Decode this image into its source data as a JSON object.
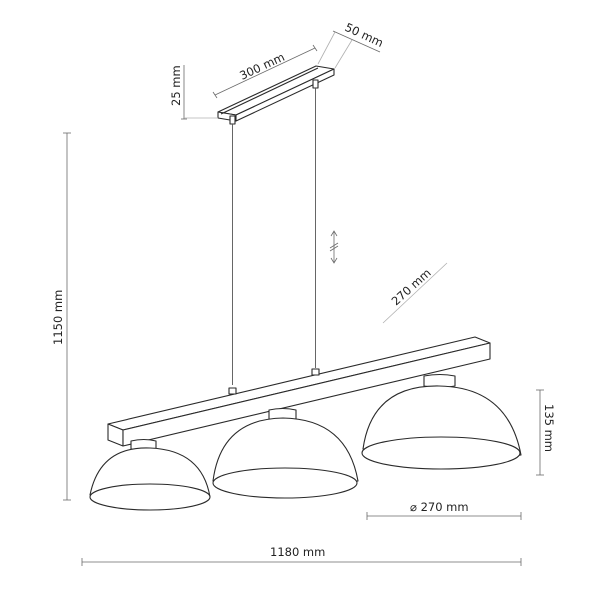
{
  "diagram": {
    "type": "technical-dimension-drawing",
    "subject": "three-shade linear pendant lamp",
    "colors": {
      "line": "#2a2a2a",
      "dimension_line": "#6a6a6a",
      "background": "#ffffff"
    },
    "dimensions": {
      "canopy_length": "300 mm",
      "canopy_depth": "50 mm",
      "canopy_height": "25 mm",
      "total_height": "1150 mm",
      "adjustable_icon": "adjustable-height-icon",
      "bar_depth": "270 mm",
      "shade_height": "135 mm",
      "shade_diameter": "⌀ 270 mm",
      "total_width": "1180 mm"
    },
    "components": {
      "canopy": "ceiling canopy",
      "wires": 2,
      "bar": "horizontal beam",
      "shades": 3
    }
  }
}
